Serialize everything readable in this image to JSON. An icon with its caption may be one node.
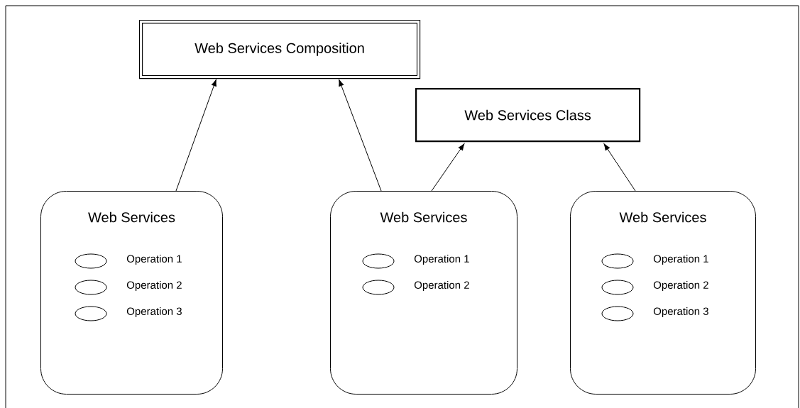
{
  "diagram": {
    "nodes": [
      {
        "text": [
          "Web Services Composition"
        ]
      },
      {
        "text": [
          "Web Services Class"
        ]
      },
      {
        "text": [
          "Web Services"
        ]
      },
      {
        "text": [],
        "shape": "ellipse",
        "in": 2,
        "beside": [
          "Operation 1"
        ]
      },
      {
        "text": [],
        "shape": "ellipse",
        "in": 2,
        "beside": [
          "Operation 2"
        ]
      },
      {
        "text": [],
        "shape": "ellipse",
        "in": 2,
        "beside": [
          "Operation 3"
        ]
      },
      {
        "text": [
          "Web Services"
        ]
      },
      {
        "text": [],
        "shape": "ellipse",
        "in": 6,
        "beside": [
          "Operation 1"
        ]
      },
      {
        "text": [],
        "shape": "ellipse",
        "in": 6,
        "beside": [
          "Operation 2"
        ]
      },
      {
        "text": [
          "Web Services"
        ]
      },
      {
        "text": [],
        "shape": "ellipse",
        "in": 9,
        "beside": [
          "Operation 1"
        ]
      },
      {
        "text": [],
        "shape": "ellipse",
        "in": 9,
        "beside": [
          "Operation 2"
        ]
      },
      {
        "text": [],
        "shape": "ellipse",
        "in": 9,
        "beside": [
          "Operation 3"
        ]
      }
    ],
    "edges": [
      {
        "from": 2,
        "to": 0,
        "arrow": "to"
      },
      {
        "from": 6,
        "to": 0,
        "arrow": "to"
      },
      {
        "from": 6,
        "to": 1,
        "arrow": "to"
      },
      {
        "from": 9,
        "to": 1,
        "arrow": "to"
      }
    ]
  }
}
